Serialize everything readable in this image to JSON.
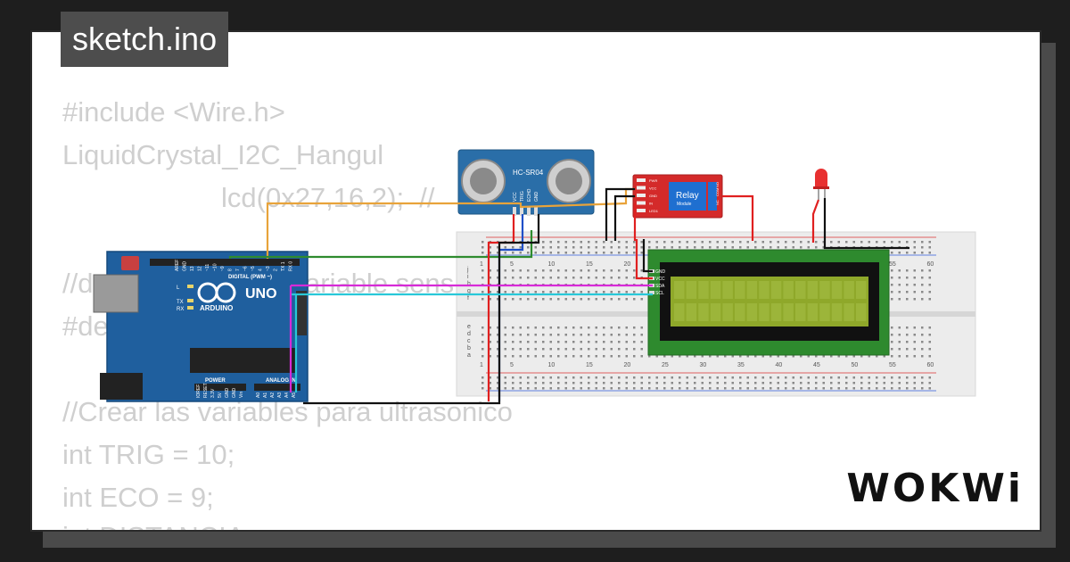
{
  "file_tab": {
    "label": "sketch.ino"
  },
  "code_lines": [
    "#include <Wire.h>",
    "LiquidCrystal_I2C_Hangul",
    "lcd(0x27,16,2);  //",
    "//d",
    "ariable sens",
    "#de",
    "//Crear las variables para ultrasonico",
    "int TRIG = 10;",
    "int ECO = 9;",
    "int DISTANCIA"
  ],
  "components": {
    "sensor": {
      "label": "HC-SR04",
      "pins": [
        "VCC",
        "TRIG",
        "ECHO",
        "GND"
      ]
    },
    "relay": {
      "label": "Relay",
      "sublabel": "Module",
      "pins": [
        "PWR",
        "VCC",
        "GND",
        "IN",
        "LED1"
      ],
      "side_pins": [
        "NC",
        "COM",
        "NO"
      ]
    },
    "arduino": {
      "brand": "ARDUINO",
      "model": "UNO",
      "digital_label": "DIGITAL (PWM ~)",
      "power_label": "POWER",
      "analog_label": "ANALOG IN",
      "digital_pins": [
        "AREF",
        "GND",
        "13",
        "12",
        "~11",
        "~10",
        "~9",
        "8",
        "7",
        "~6",
        "~5",
        "4",
        "~3",
        "2",
        "TX 1",
        "RX 0"
      ],
      "power_pins": [
        "IOREF",
        "RESET",
        "3.3V",
        "5V",
        "GND",
        "GND",
        "Vin"
      ],
      "analog_pins": [
        "A0",
        "A1",
        "A2",
        "A3",
        "A4",
        "A5"
      ],
      "leds": [
        "L",
        "TX",
        "RX"
      ]
    },
    "lcd": {
      "pins": [
        "GND",
        "VCC",
        "SDA",
        "SCL"
      ]
    },
    "breadboard": {
      "top_numbers": [
        "1",
        "5",
        "10",
        "15",
        "20",
        "25",
        "30",
        "35",
        "40",
        "45",
        "50",
        "55",
        "60"
      ],
      "row_letters_top": [
        "j",
        "i",
        "h",
        "g",
        "f"
      ],
      "row_letters_bottom": [
        "e",
        "d",
        "c",
        "b",
        "a"
      ]
    }
  },
  "colors": {
    "arduino_blue": "#1f5f9e",
    "relay_red": "#d42a2a",
    "lcd_green": "#2e8a2e",
    "lcd_screen": "#8fa82a",
    "wire_orange": "#e8a33a",
    "wire_green": "#2e8b2e",
    "wire_blue": "#1f4fc8",
    "wire_red": "#e02020",
    "wire_black": "#111111",
    "wire_magenta": "#d72ad7",
    "wire_cyan": "#28c8d8",
    "led_red": "#e83030"
  },
  "logo": {
    "text": "WOKWi"
  }
}
